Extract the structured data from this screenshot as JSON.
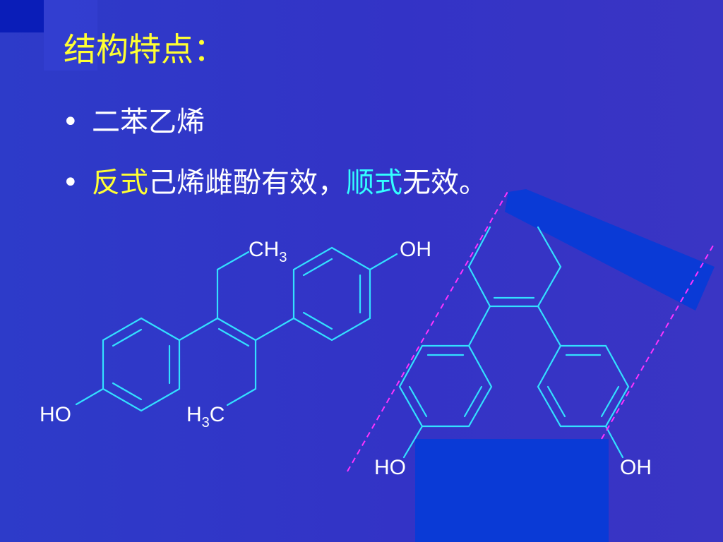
{
  "title": "结构特点：",
  "bullets": {
    "bullet_symbol": "•",
    "item1": "二苯乙烯",
    "item2": {
      "part1": "反式",
      "part2": "己烯雌酚有效，",
      "part3": "顺式",
      "part4": "无效。"
    }
  },
  "trans_structure": {
    "ch3_main": "CH",
    "ch3_sub": "3",
    "oh_top": "OH",
    "ho_left": "HO",
    "h3c_h": "H",
    "h3c_sub": "3",
    "h3c_c": "C"
  },
  "cis_structure": {
    "ho_left": "HO",
    "oh_right": "OH"
  },
  "colors": {
    "background": "#3333c6",
    "title": "#ffff33",
    "trans_highlight": "#ffff33",
    "cis_highlight": "#33ffff",
    "bond": "#33e0ff",
    "dashed_line": "#ff33ff",
    "accent_block": "#0a33d6"
  }
}
